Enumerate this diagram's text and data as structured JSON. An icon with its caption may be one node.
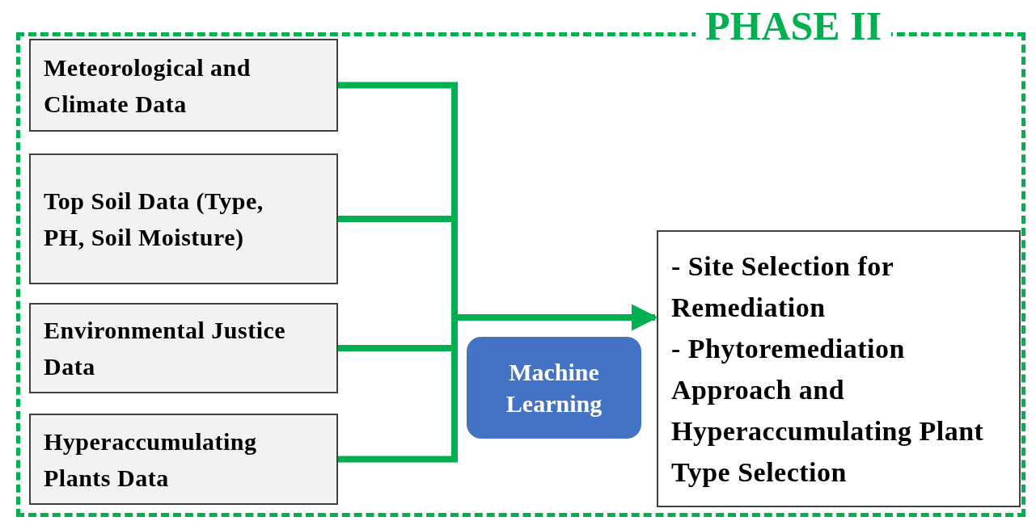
{
  "diagram": {
    "nodes": [
      {
        "text": [
          "PHASE II"
        ]
      },
      {
        "text": [
          "Meteorological and Climate Data"
        ],
        "in": 0
      },
      {
        "text": [
          "Top Soil Data (Type, PH, Soil Moisture)"
        ],
        "in": 0
      },
      {
        "text": [
          "Environmental Justice Data"
        ],
        "in": 0
      },
      {
        "text": [
          "Hyperaccumulating Plants Data"
        ],
        "in": 0
      },
      {
        "text": [
          "Machine Learning"
        ],
        "in": 0
      },
      {
        "text": [
          "- Site Selection for Remediation",
          "- Phytoremediation Approach and Hyperaccumulating Plant Type Selection"
        ],
        "in": 0
      }
    ],
    "edges": [
      {
        "from": 1,
        "to": 6,
        "arrow": "to"
      },
      {
        "from": 2,
        "to": 6,
        "arrow": "to"
      },
      {
        "from": 3,
        "to": 6,
        "arrow": "to"
      },
      {
        "from": 4,
        "to": 6,
        "arrow": "to"
      }
    ]
  }
}
